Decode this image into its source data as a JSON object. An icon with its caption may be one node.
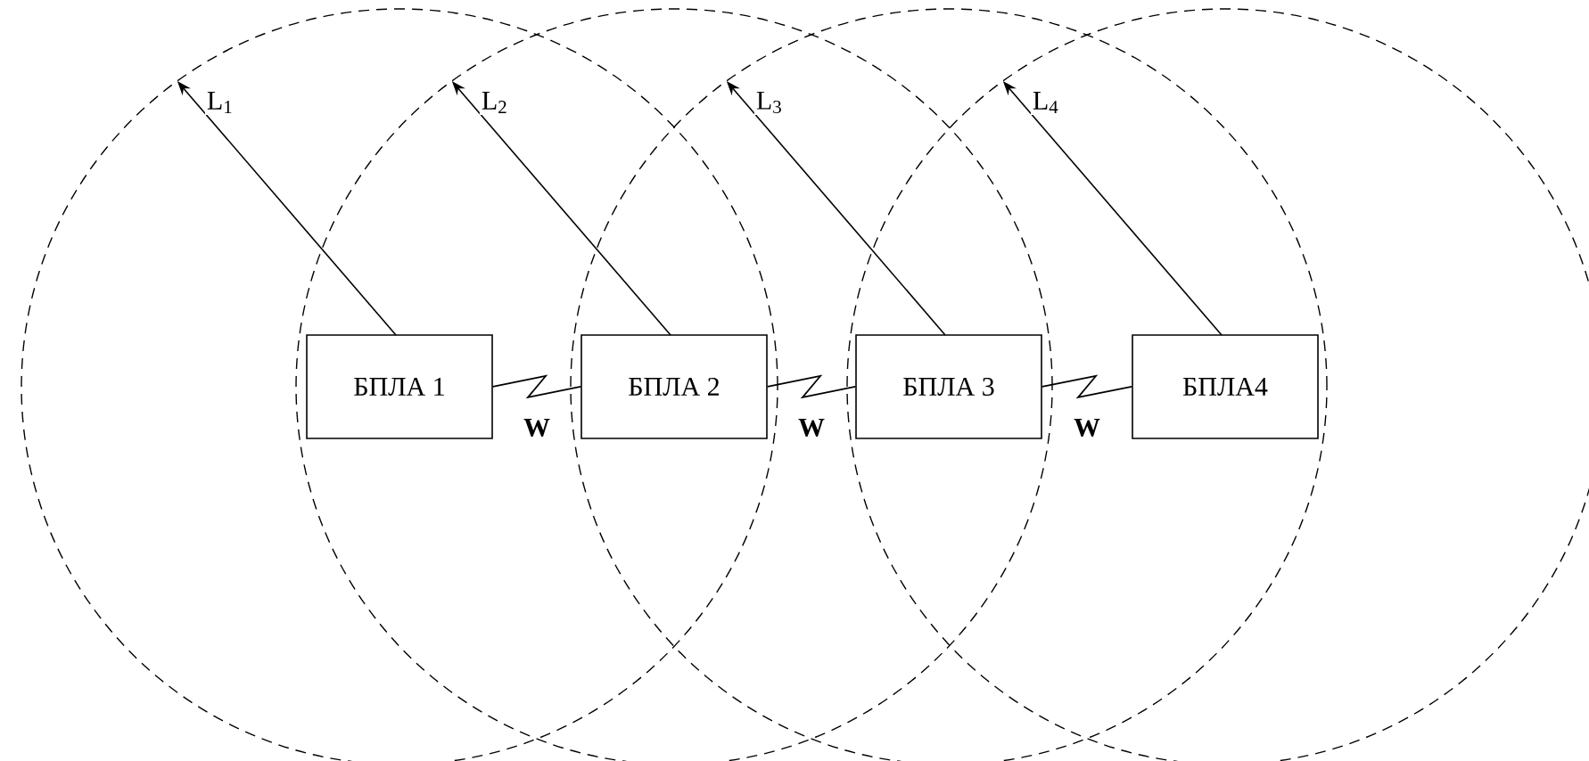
{
  "diagram": {
    "nodes": [
      {
        "text": [
          "БПЛА 1"
        ]
      },
      {
        "text": [
          "БПЛА 2"
        ]
      },
      {
        "text": [
          "БПЛА 3"
        ]
      },
      {
        "text": [
          "БПЛА4"
        ]
      }
    ],
    "edges": [
      {
        "from": 0,
        "to": 1,
        "arrow": "none",
        "label": "W"
      },
      {
        "from": 1,
        "to": 2,
        "arrow": "none",
        "label": "W"
      },
      {
        "from": 2,
        "to": 3,
        "arrow": "none",
        "label": "W"
      }
    ],
    "labels": [
      "L$_{1}$",
      "L$_{2}$",
      "L$_{3}$",
      "L$_{4}$"
    ]
  }
}
